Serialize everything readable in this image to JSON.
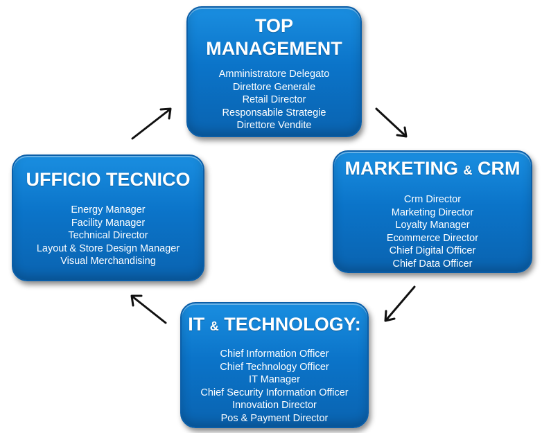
{
  "boxes": {
    "top": {
      "title_line1": "TOP",
      "title_line2": "MANAGEMENT",
      "items": [
        "Amministratore Delegato",
        "Direttore Generale",
        "Retail Director",
        "Responsabile Strategie",
        "Direttore Vendite"
      ]
    },
    "marketing": {
      "title_pre": "MARKETING",
      "title_amp": "&",
      "title_post": "CRM",
      "items": [
        "Crm Director",
        "Marketing Director",
        "Loyalty Manager",
        "Ecommerce Director",
        "Chief Digital Officer",
        "Chief Data Officer"
      ]
    },
    "ufficio": {
      "title": "UFFICIO TECNICO",
      "items": [
        "Energy Manager",
        "Facility Manager",
        "Technical Director",
        "Layout & Store Design Manager",
        "Visual Merchandising"
      ]
    },
    "it": {
      "title_pre": "IT",
      "title_amp": "&",
      "title_post": "TECHNOLOGY:",
      "items": [
        "Chief Information Officer",
        "Chief Technology Officer",
        "IT Manager",
        "Chief Security Information Officer",
        "Innovation Director",
        "Pos & Payment Director"
      ]
    }
  },
  "colors": {
    "box_fill": "#0b74c9",
    "box_border": "#0a5ea8",
    "text": "#ffffff",
    "arrow": "#111111"
  }
}
